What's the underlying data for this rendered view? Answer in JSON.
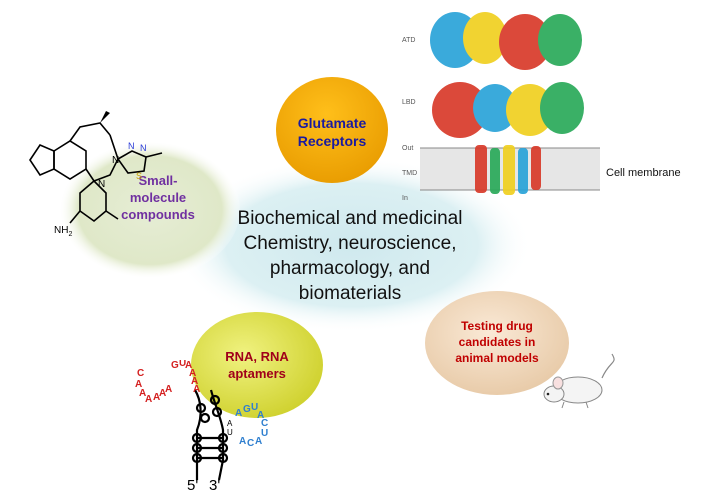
{
  "center": {
    "lines": [
      "Biochemical and medicinal",
      "Chemistry, neuroscience,",
      "pharmacology, and",
      "biomaterials"
    ]
  },
  "glutamate": {
    "line1": "Glutamate",
    "line2": "Receptors"
  },
  "small_molecule": {
    "line1": "Small-",
    "line2": "molecule",
    "line3": "compounds"
  },
  "rna": {
    "line1": "RNA, RNA",
    "line2": "aptamers"
  },
  "drug": {
    "line1": "Testing drug",
    "line2": "candidates in",
    "line3": "animal models"
  },
  "protein": {
    "atd": "ATD",
    "lbd": "LBD",
    "tmd": "TMD",
    "out": "Out",
    "in": "In",
    "membrane": "Cell membrane"
  },
  "chem": {
    "nh2": "NH",
    "nh2_sub": "2",
    "n1": "N",
    "n2": "N",
    "n3": "N",
    "n4": "N",
    "s": "S"
  },
  "rna_seq": {
    "loop_red": [
      "C",
      "A",
      "A",
      "A",
      "A",
      "A",
      "A",
      "G",
      "U",
      "A",
      "A",
      "A",
      "A"
    ],
    "right_blue": [
      "A",
      "G",
      "U",
      "A",
      "C",
      "U",
      "A",
      "C",
      "A"
    ],
    "mid_a": "A",
    "mid_u": "U",
    "end5": "5'",
    "end3": "3'"
  },
  "colors": {
    "glutamate_fill": "#f5a800",
    "glutamate_text": "#1a1aa0",
    "small_fill": "#dfe8c8",
    "small_text": "#7030a0",
    "rna_fill": "#e0e24a",
    "rna_text": "#a0001a",
    "drug_fill": "#f2dcc0",
    "drug_text": "#c00000",
    "center_fill": "#d9eef2",
    "rna_red": "#d42020",
    "rna_blue": "#2f7fcf"
  }
}
